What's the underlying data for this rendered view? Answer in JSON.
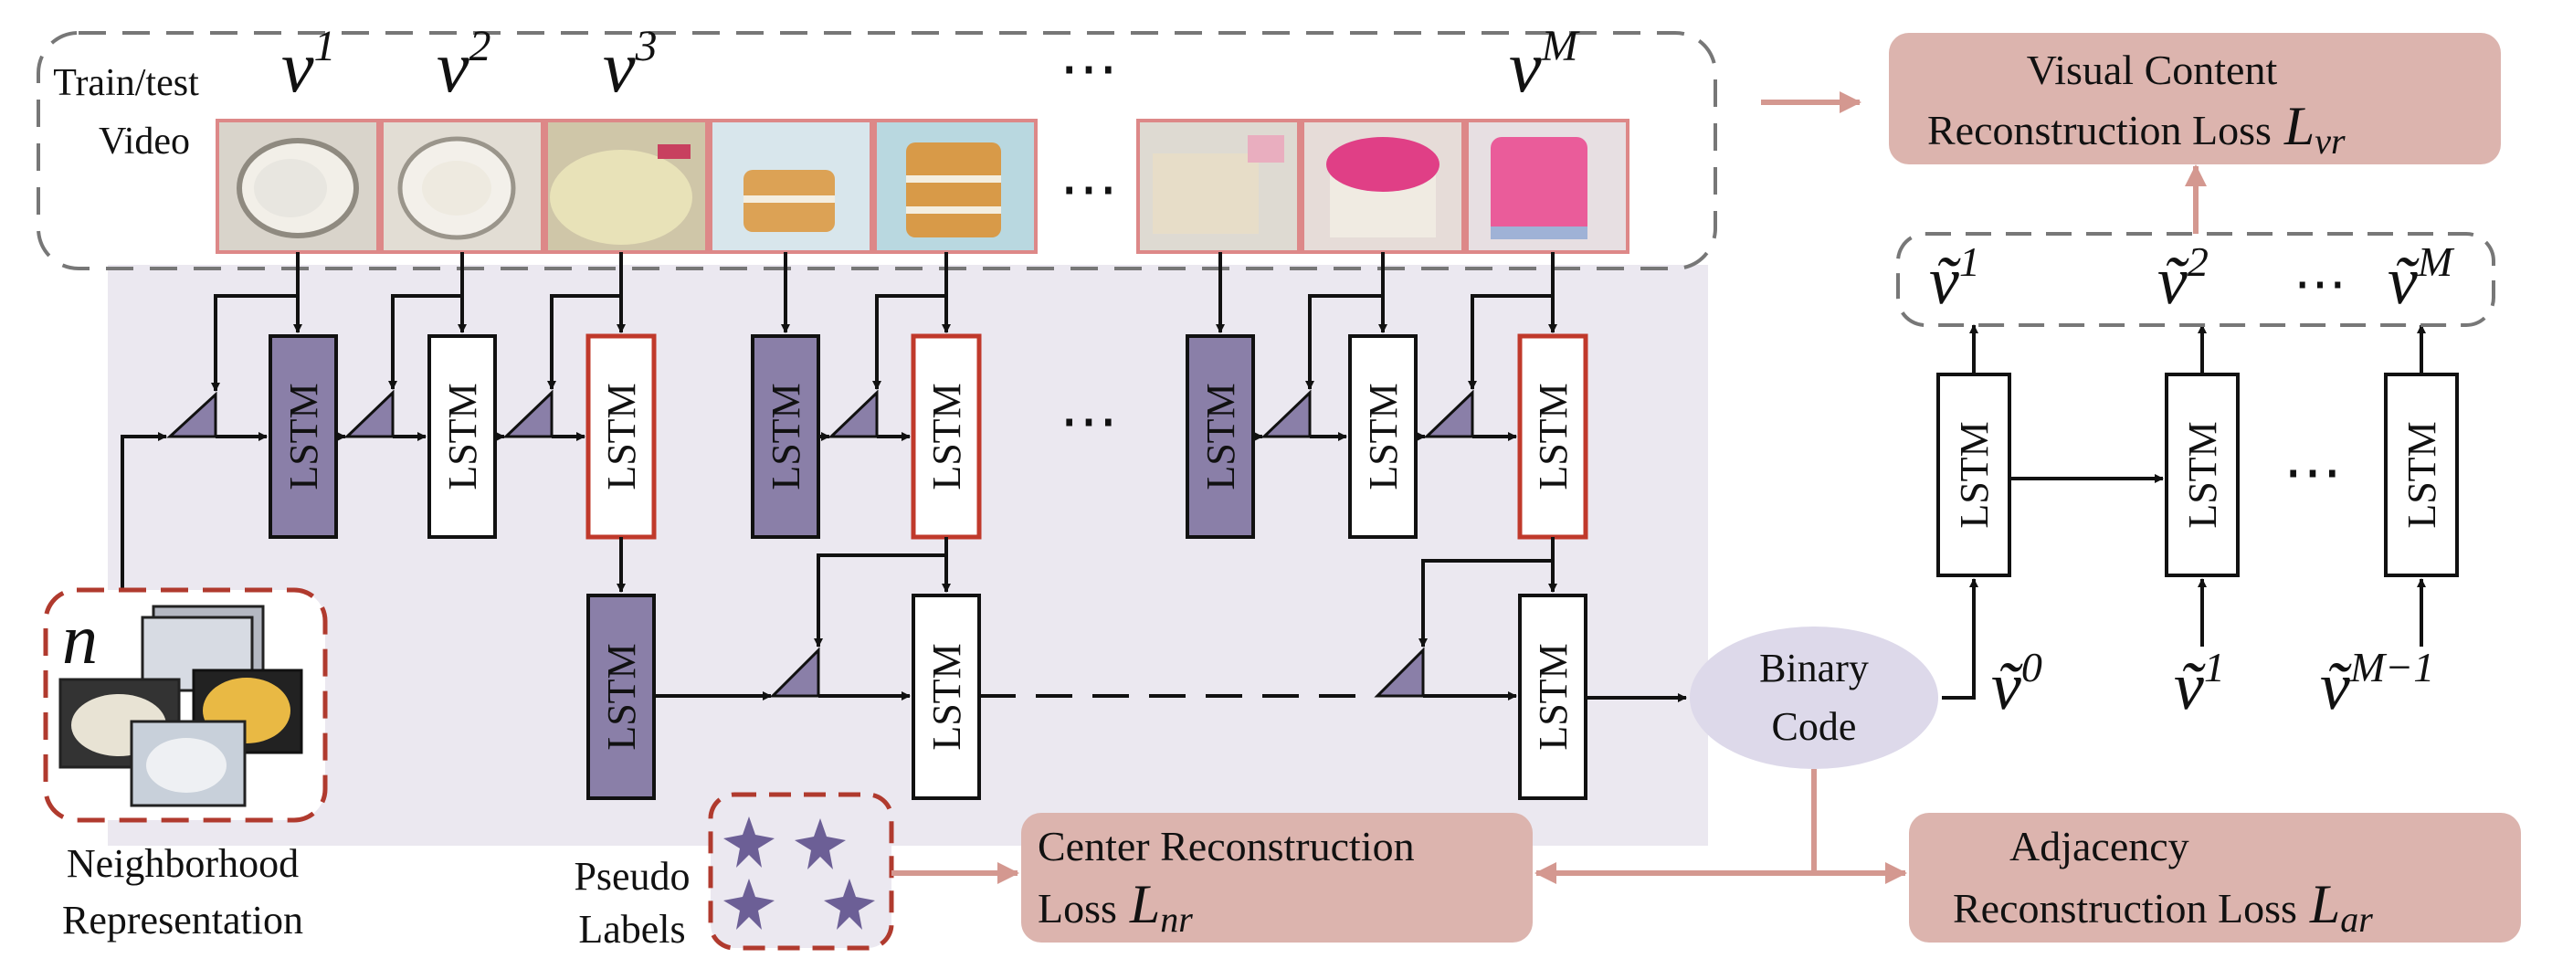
{
  "input": {
    "label_line1": "Train/test",
    "label_line2": "Video",
    "frames": [
      {
        "sym": "v",
        "sup": "1"
      },
      {
        "sym": "v",
        "sup": "2"
      },
      {
        "sym": "v",
        "sup": "3"
      },
      {
        "sym": "v",
        "sup": "M"
      }
    ],
    "ellipsis": "⋯"
  },
  "lstm_label": "LSTM",
  "encoder": {
    "ellipsis": "⋯"
  },
  "neighborhood": {
    "symbol": "n",
    "label_line1": "Neighborhood",
    "label_line2": "Representation"
  },
  "pseudo": {
    "label_line1": "Pseudo",
    "label_line2": "Labels"
  },
  "binary_code": {
    "line1": "Binary",
    "line2": "Code"
  },
  "losses": {
    "visual": {
      "line1": "Visual Content",
      "line2": "Reconstruction Loss",
      "sym": "L",
      "sub": "vr"
    },
    "center": {
      "line1": "Center Reconstruction",
      "line2": "Loss",
      "sym": "L",
      "sub": "nr"
    },
    "adjacency": {
      "line1": "Adjacency",
      "line2": "Reconstruction Loss",
      "sym": "L",
      "sub": "ar"
    }
  },
  "decoder": {
    "outputs": [
      {
        "sym": "ṽ",
        "sup": "1"
      },
      {
        "sym": "ṽ",
        "sup": "2"
      },
      {
        "sym": "ṽ",
        "sup": "M"
      }
    ],
    "inputs": [
      {
        "sym": "ṽ",
        "sup": "0"
      },
      {
        "sym": "ṽ",
        "sup": "1"
      },
      {
        "sym": "ṽ",
        "sup": "M−1"
      }
    ],
    "ellipsis": "⋯"
  },
  "colors": {
    "purple_fill": "#8a7fa8",
    "white_fill": "#ffffff",
    "red_border": "#c0392b",
    "loss_fill": "#dcb4ae",
    "loss_arrow": "#d49890",
    "shade": "#ebe8f0",
    "ellipse": "#ddd9ea",
    "dashed_red": "#b03a2e"
  }
}
